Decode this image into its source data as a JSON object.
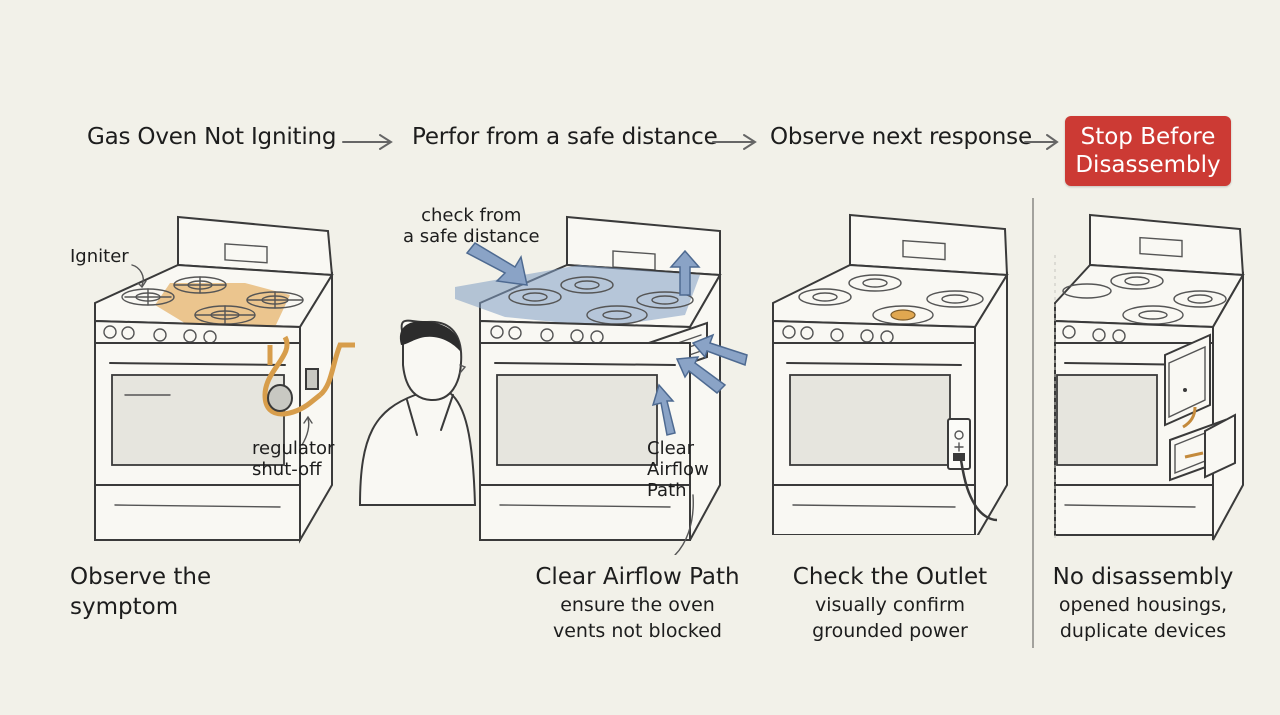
{
  "flow": {
    "step1": "Gas Oven Not Igniting",
    "step2": "Perfor from a safe distance",
    "step3": "Observe next response",
    "stop": [
      "Stop Before",
      "Disassembly"
    ]
  },
  "panels": {
    "p1": {
      "labels": {
        "igniter": "Igniter",
        "regulator": [
          "regulator",
          "shut-off"
        ]
      },
      "caption": "Observe the symptom"
    },
    "p2": {
      "labels": {
        "check": [
          "check from",
          "a safe distance"
        ],
        "airflow": [
          "Clear",
          "Airflow",
          "Path"
        ]
      },
      "caption": "Clear Airflow Path",
      "sub": [
        "ensure the oven",
        "vents not blocked"
      ]
    },
    "p3": {
      "caption": "Check the Outlet",
      "sub": [
        "visually confirm",
        "grounded power"
      ]
    },
    "p4": {
      "caption": "No disassembly",
      "sub": [
        "opened housings,",
        "duplicate devices"
      ]
    }
  },
  "colors": {
    "background": "#f2f1e9",
    "stop_badge": "#cc3a34",
    "highlight_orange": "#e6b46c",
    "highlight_blue": "#7f9cc2"
  },
  "icons": [
    "right-arrow-icon",
    "stove-icon",
    "person-icon",
    "outlet-icon",
    "gas-pipe-icon",
    "vent-icon"
  ]
}
